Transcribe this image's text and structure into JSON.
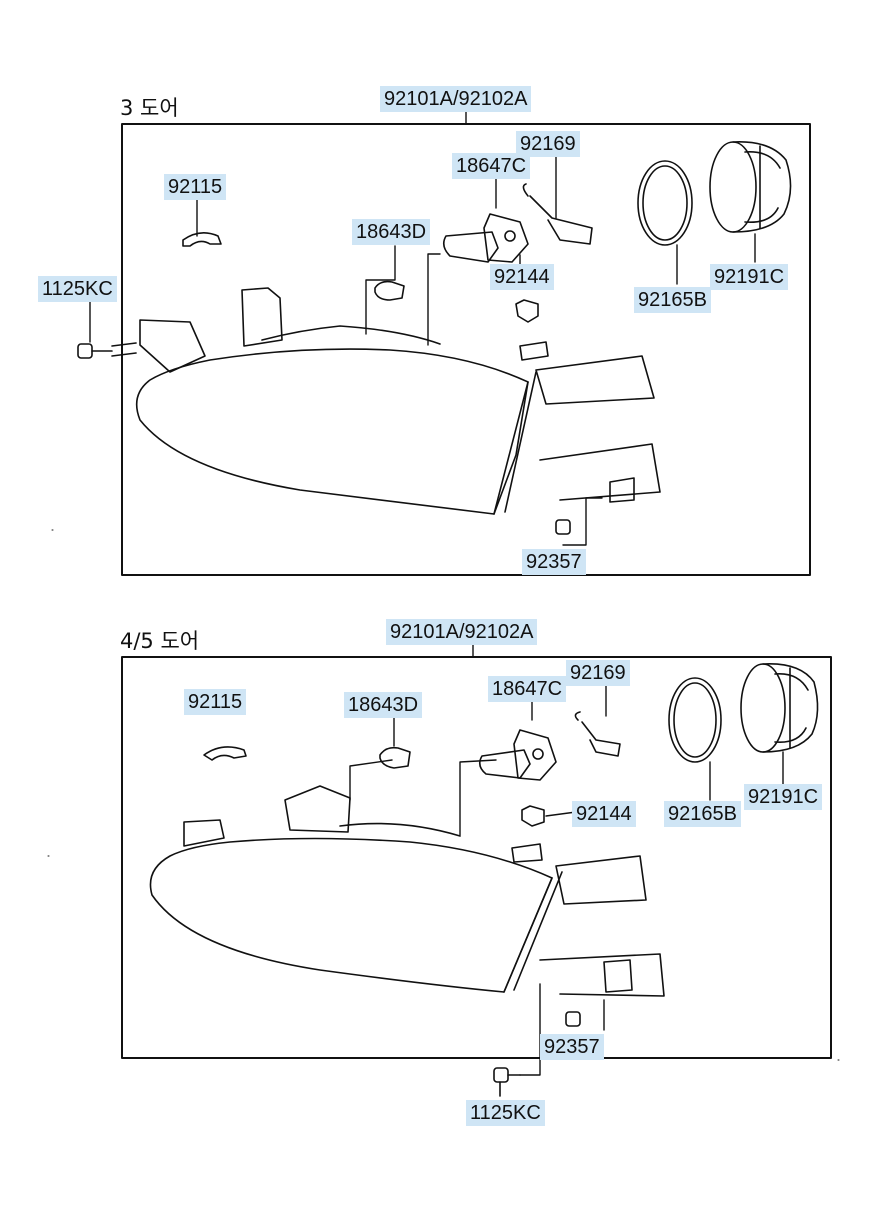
{
  "panels": [
    {
      "header": "3 도어",
      "assembly": "92101A/92102A",
      "parts": {
        "clip": "92115",
        "bolt": "1125KC",
        "side_bulb": "18643D",
        "head_bulb": "18647C",
        "spring": "92169",
        "nut": "92144",
        "gasket": "92165B",
        "cap": "92191C",
        "grommet": "92357"
      }
    },
    {
      "header": "4/5 도어",
      "assembly": "92101A/92102A",
      "parts": {
        "clip": "92115",
        "side_bulb": "18643D",
        "head_bulb": "18647C",
        "spring": "92169",
        "nut": "92144",
        "gasket": "92165B",
        "cap": "92191C",
        "grommet": "92357",
        "bolt": "1125KC"
      }
    }
  ],
  "colors": {
    "label_bg": "#cfe5f5",
    "line": "#111111"
  }
}
